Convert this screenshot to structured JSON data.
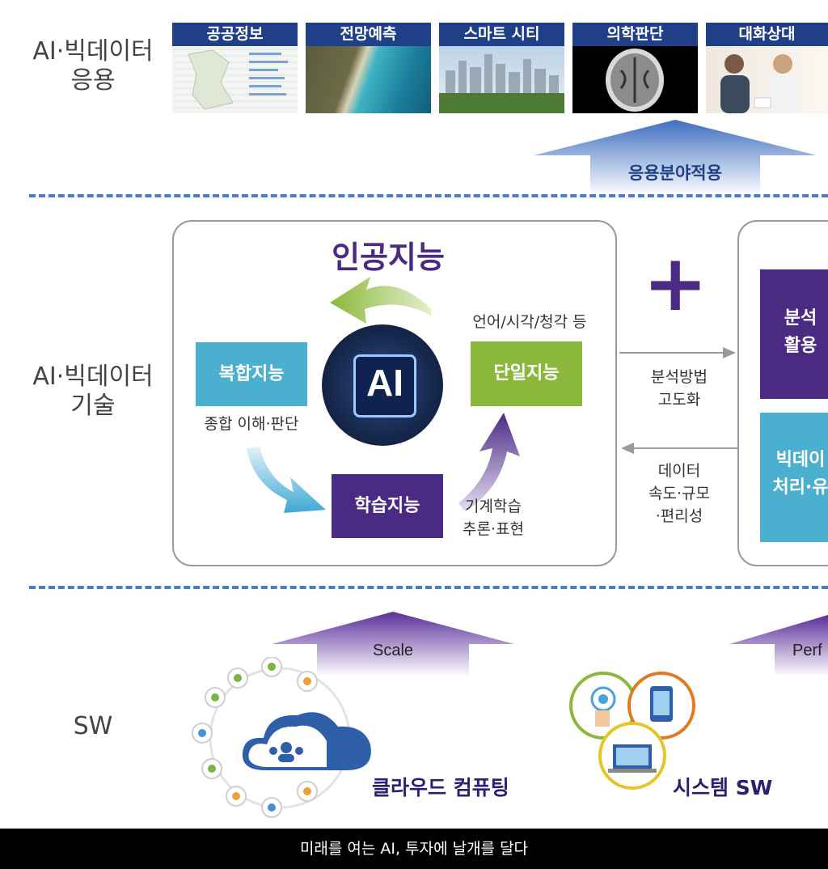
{
  "rows": {
    "application": "AI·빅데이터\n응용",
    "technology": "AI·빅데이터\n기술",
    "sw": "SW"
  },
  "app_tiles": [
    {
      "label": "공공정보",
      "icon": "public-info-map-image"
    },
    {
      "label": "전망예측",
      "icon": "coastline-aerial-image"
    },
    {
      "label": "스마트 시티",
      "icon": "city-skyline-image"
    },
    {
      "label": "의학판단",
      "icon": "brain-scan-image"
    },
    {
      "label": "대화상대",
      "icon": "people-conversation-image"
    }
  ],
  "apply_arrow": "응용분야적용",
  "ai_panel": {
    "title": "인공지능",
    "center": "AI",
    "complex": "복합지능",
    "complex_caption": "종합 이해·판단",
    "single": "단일지능",
    "single_caption": "언어/시각/청각 등",
    "learning": "학습지능",
    "learning_caption": "기계학습\n추론·표현"
  },
  "plus": "+",
  "flow_right_caption": "분석방법\n고도화",
  "flow_left_caption": "데이터\n속도·규모\n·편리성",
  "right_panel": {
    "top_box": "분석\n활용",
    "bottom_box": "빅데이\n처리·유"
  },
  "sw_arrows": {
    "scale": "Scale",
    "perf": "Perf"
  },
  "sw_items": {
    "cloud": "클라우드 컴퓨팅",
    "system": "시스템 SW"
  },
  "footer": "미래를 여는 AI, 투자에 날개를 달다",
  "colors": {
    "navy": "#1f3f86",
    "purple": "#4b2a84",
    "teal": "#4bafcf",
    "green": "#8bb83c",
    "arrow_blue": "#6f9bd6"
  }
}
